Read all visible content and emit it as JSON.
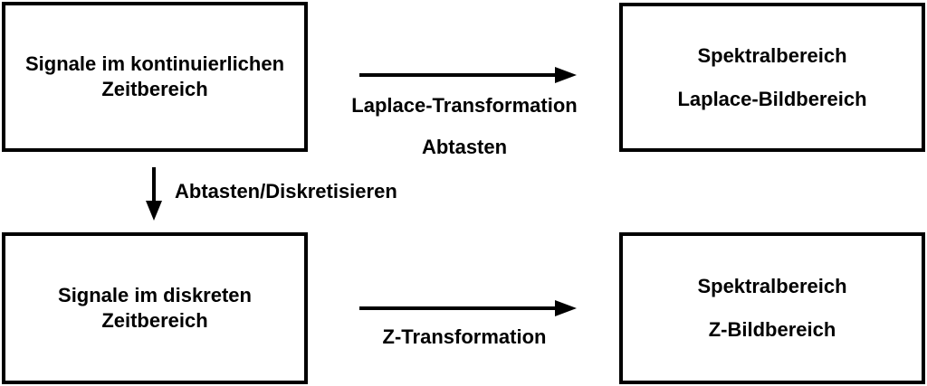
{
  "diagram": {
    "title": "Signal domain transformation diagram",
    "colors": {
      "background": "#ffffff",
      "line": "#000000",
      "text": "#000000"
    },
    "boxes": {
      "continuous_time": {
        "line1": "Signale im kontinuierlichen",
        "line2": "Zeitbereich"
      },
      "laplace_spectral": {
        "line1": "Spektralbereich",
        "line2": "Laplace-Bildbereich"
      },
      "discrete_time": {
        "line1": "Signale im diskreten",
        "line2": "Zeitbereich"
      },
      "z_spectral": {
        "line1": "Spektralbereich",
        "line2": "Z-Bildbereich"
      }
    },
    "arrows": {
      "laplace": {
        "label_line1": "Laplace-Transformation",
        "label_line2": "Abtasten",
        "direction": "right"
      },
      "sampling": {
        "label": "Abtasten/Diskretisieren",
        "direction": "down"
      },
      "z_transform": {
        "label": "Z-Transformation",
        "direction": "right"
      }
    }
  }
}
